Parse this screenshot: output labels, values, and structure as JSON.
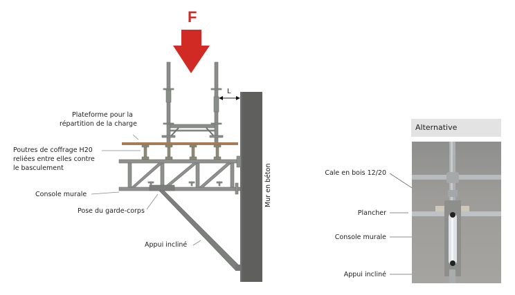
{
  "main_diagram": {
    "force_label": "F",
    "gap_label": "L",
    "wall_label": "Mur en béton",
    "labels": {
      "platform": [
        "Plateforme pour la",
        "répartition de la charge"
      ],
      "beams": [
        "Poutres de coffrage H20",
        "reliées entre elles contre",
        "le basculement"
      ],
      "console": "Console murale",
      "guardrail": "Pose du garde-corps",
      "brace": "Appui incliné"
    },
    "colors": {
      "force_arrow": "#d12a24",
      "steel": "#8a8c8a",
      "wood": "#a47c58",
      "wall": "#5f5f5d"
    }
  },
  "alternative_panel": {
    "title": "Alternative",
    "labels": {
      "shim": "Cale en bois 12/20",
      "floor": "Plancher",
      "console": "Console murale",
      "brace": "Appui incliné"
    }
  }
}
